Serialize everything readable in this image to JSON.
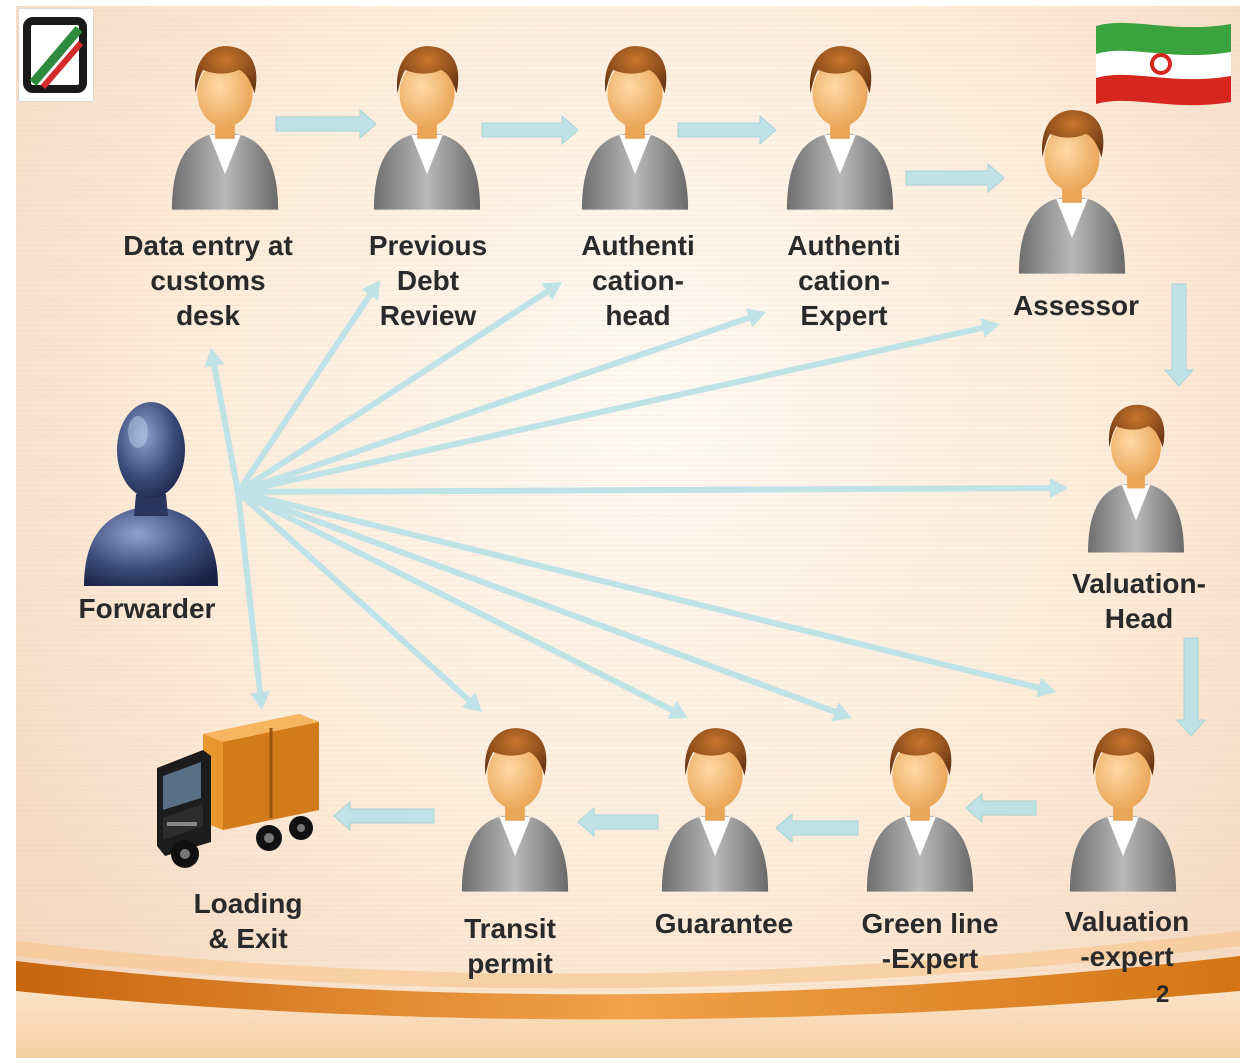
{
  "diagram": {
    "nodes": [
      {
        "id": "data-entry",
        "label": "Data entry at\ncustoms\ndesk",
        "icon": "person-icon"
      },
      {
        "id": "previous-debt",
        "label": "Previous\nDebt\nReview",
        "icon": "person-icon"
      },
      {
        "id": "auth-head",
        "label": "Authenti\ncation-\nhead",
        "icon": "person-icon"
      },
      {
        "id": "auth-expert",
        "label": "Authenti\ncation-\nExpert",
        "icon": "person-icon"
      },
      {
        "id": "assessor",
        "label": "Assessor",
        "icon": "person-icon"
      },
      {
        "id": "valuation-head",
        "label": "Valuation-\nHead",
        "icon": "person-icon"
      },
      {
        "id": "valuation-expert",
        "label": "Valuation\n-expert",
        "icon": "person-icon"
      },
      {
        "id": "green-line",
        "label": "Green line\n-Expert",
        "icon": "person-icon"
      },
      {
        "id": "guarantee",
        "label": "Guarantee",
        "icon": "person-icon"
      },
      {
        "id": "transit",
        "label": "Transit\npermit",
        "icon": "person-icon"
      },
      {
        "id": "loading-exit",
        "label": "Loading\n& Exit",
        "icon": "truck-icon"
      },
      {
        "id": "forwarder",
        "label": "Forwarder",
        "icon": "forwarder-silhouette-icon"
      }
    ],
    "process_flow": [
      "data-entry",
      "previous-debt",
      "auth-head",
      "auth-expert",
      "assessor",
      "valuation-head",
      "valuation-expert",
      "green-line",
      "guarantee",
      "transit",
      "loading-exit"
    ],
    "forwarder_links": [
      "data-entry",
      "previous-debt",
      "auth-head",
      "auth-expert",
      "assessor",
      "valuation-head",
      "valuation-expert",
      "green-line",
      "guarantee",
      "transit",
      "loading-exit"
    ]
  },
  "slide": {
    "number": "2",
    "logo_icon": "customs-logo-icon",
    "flag_icon": "iran-flag-icon"
  },
  "colors": {
    "arrow": "#bfe2e6",
    "label_text": "#2a2a2a",
    "forwarder": "#3a4a78",
    "truck_cargo": "#e8962e"
  }
}
